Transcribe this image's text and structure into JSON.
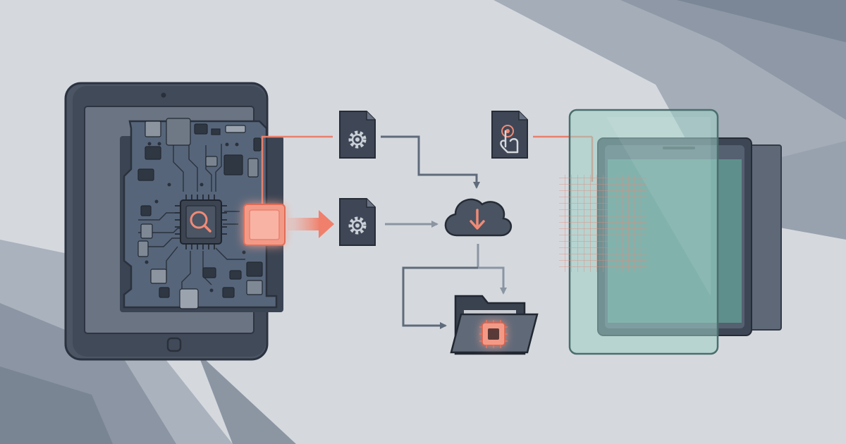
{
  "illustration": {
    "kind": "firmware-extraction-flow",
    "palette": {
      "background": "#d5d9de",
      "dark": "#3c4452",
      "board": "#56657a",
      "accent": "#f08a76",
      "glass": "#7fb0aa",
      "line": "#5f6b7a"
    },
    "icons": [
      "tablet-device",
      "circuit-board",
      "magnifier-chip-icon",
      "highlighted-chip",
      "gear-file-icon",
      "gear-file-icon",
      "touch-file-icon",
      "cloud-download-icon",
      "folder-chip-icon",
      "layered-tablet-screens",
      "grid-overlay"
    ]
  }
}
